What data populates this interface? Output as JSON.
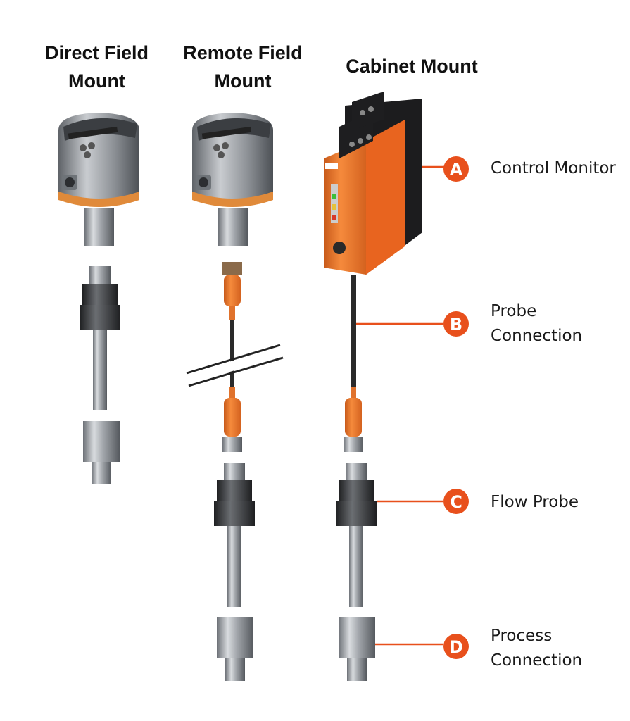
{
  "columns": {
    "direct": {
      "line1": "Direct Field",
      "line2": "Mount"
    },
    "remote": {
      "line1": "Remote Field",
      "line2": "Mount"
    },
    "cabinet": {
      "line1": "Cabinet Mount"
    }
  },
  "callouts": {
    "a": {
      "letter": "A",
      "line1": "Control Monitor"
    },
    "b": {
      "letter": "B",
      "line1": "Probe",
      "line2": "Connection"
    },
    "c": {
      "letter": "C",
      "line1": "Flow Probe"
    },
    "d": {
      "letter": "D",
      "line1": "Process",
      "line2": "Connection"
    }
  },
  "colors": {
    "accent": "#e8501c",
    "housing_orange": "#f07a2e",
    "steel": "#a9adb3",
    "dark": "#2a2a2a"
  }
}
